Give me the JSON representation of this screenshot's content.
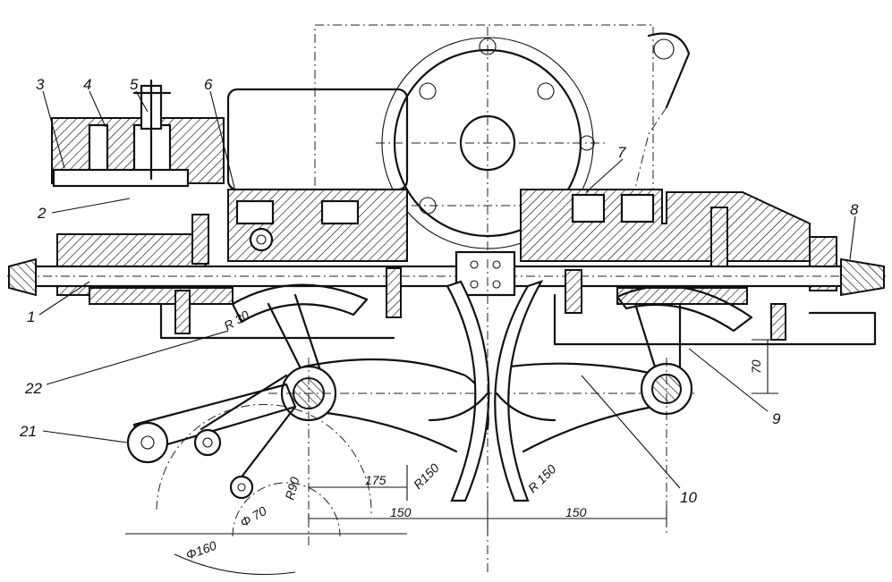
{
  "callouts": {
    "c1": "1",
    "c2": "2",
    "c3": "3",
    "c4": "4",
    "c5": "5",
    "c6": "6",
    "c7": "7",
    "c8": "8",
    "c9": "9",
    "c10": "10",
    "c21": "21",
    "c22": "22"
  },
  "dimensions": {
    "r30": "R 30",
    "r90": "R90",
    "r150_left": "R150",
    "r150_right": "R 150",
    "d175": "175",
    "d150_left": "150",
    "d150_right": "150",
    "d70": "70",
    "phi70": "Φ 70",
    "phi160": "Φ160"
  }
}
